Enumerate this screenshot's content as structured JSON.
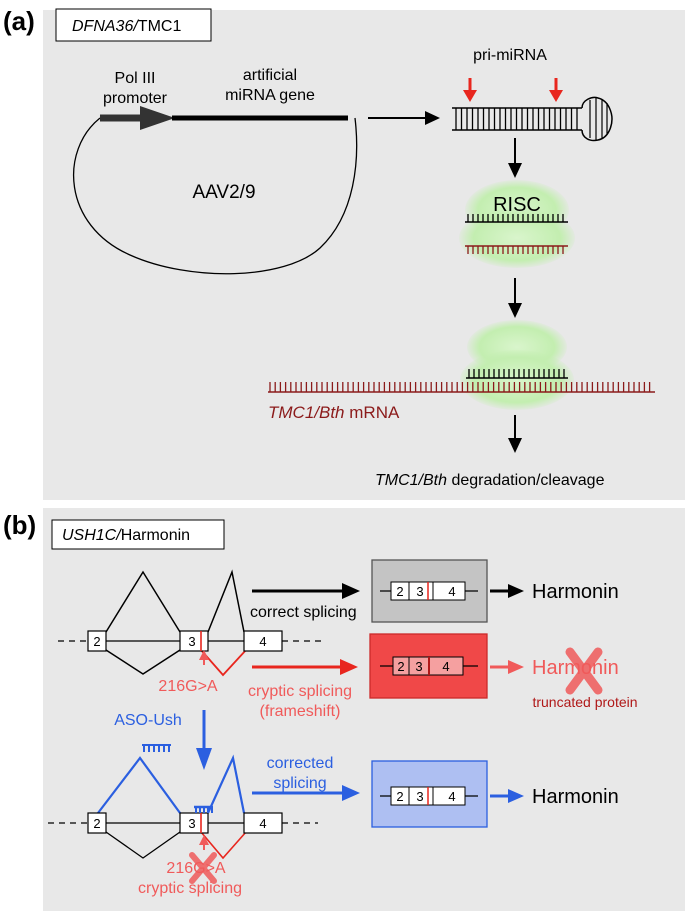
{
  "colors": {
    "panel_bg": "#e8e8e8",
    "dark_red": "#8b1a1a",
    "red": "#e8261e",
    "pink_red": "#f05a5a",
    "blue": "#2b5fe0",
    "light_blue_box": "#aebff2",
    "gray_box": "#c4c4c4",
    "red_box": "#f04848",
    "risc_green": "#c8f0b8"
  },
  "panel_a": {
    "label": "(a)",
    "title_italic": "DFNA36/",
    "title_plain": "TMC1",
    "promoter_line1": "Pol III",
    "promoter_line2": "promoter",
    "gene_line1": "artificial",
    "gene_line2": "miRNA gene",
    "vector": "AAV2/9",
    "pri_mirna": "pri-miRNA",
    "risc": "RISC",
    "mrna_italic": "TMC1/Bth",
    "mrna_plain": " mRNA",
    "degradation_italic": "TMC1/Bth",
    "degradation_plain": " degradation/cleavage"
  },
  "panel_b": {
    "label": "(b)",
    "title_italic": "USH1C/",
    "title_plain": "Harmonin",
    "exon_2": "2",
    "exon_3": "3",
    "exon_4": "4",
    "correct_splicing": "correct splicing",
    "mutation": "216G>A",
    "mutation_bottom": "216G>A",
    "cryptic_line1": "cryptic splicing",
    "cryptic_line2": "(frameshift)",
    "aso": "ASO-Ush",
    "corrected_line1": "corrected",
    "corrected_line2": "splicing",
    "cryptic_bottom": "cryptic splicing",
    "harmonin_top": "Harmonin",
    "harmonin_middle": "Harmonin",
    "harmonin_bottom": "Harmonin",
    "truncated": "truncated protein"
  }
}
